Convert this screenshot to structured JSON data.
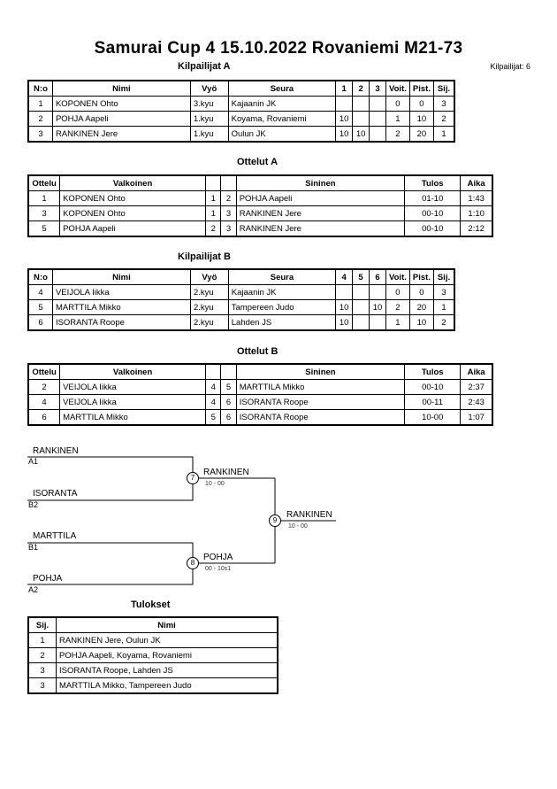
{
  "header": {
    "title": "Samurai Cup 4   15.10.2022  Rovaniemi   M21-73",
    "count": "Kilpailijat: 6"
  },
  "poolA": {
    "title": "Kilpailijat A",
    "cols": [
      "N:o",
      "Nimi",
      "Vyö",
      "Seura",
      "1",
      "2",
      "3",
      "Voit.",
      "Pist.",
      "Sij."
    ],
    "rows": [
      [
        "1",
        "KOPONEN Ohto",
        "3.kyu",
        "Kajaanin JK",
        "",
        "",
        "",
        "0",
        "0",
        "3"
      ],
      [
        "2",
        "POHJA Aapeli",
        "1.kyu",
        "Koyama, Rovaniemi",
        "10",
        "",
        "",
        "1",
        "10",
        "2"
      ],
      [
        "3",
        "RANKINEN Jere",
        "1.kyu",
        "Oulun JK",
        "10",
        "10",
        "",
        "2",
        "20",
        "1"
      ]
    ]
  },
  "matchesA": {
    "title": "Ottelut A",
    "cols": [
      "Ottelu",
      "Valkoinen",
      "",
      "",
      "Sininen",
      "Tulos",
      "Aika"
    ],
    "rows": [
      [
        "1",
        "KOPONEN Ohto",
        "1",
        "2",
        "POHJA Aapeli",
        "01-10",
        "1:43"
      ],
      [
        "3",
        "KOPONEN Ohto",
        "1",
        "3",
        "RANKINEN Jere",
        "00-10",
        "1:10"
      ],
      [
        "5",
        "POHJA Aapeli",
        "2",
        "3",
        "RANKINEN Jere",
        "00-10",
        "2:12"
      ]
    ]
  },
  "poolB": {
    "title": "Kilpailijat B",
    "cols": [
      "N:o",
      "Nimi",
      "Vyö",
      "Seura",
      "4",
      "5",
      "6",
      "Voit.",
      "Pist.",
      "Sij."
    ],
    "rows": [
      [
        "4",
        "VEIJOLA Iikka",
        "2.kyu",
        "Kajaanin JK",
        "",
        "",
        "",
        "0",
        "0",
        "3"
      ],
      [
        "5",
        "MARTTILA Mikko",
        "2.kyu",
        "Tampereen Judo",
        "10",
        "",
        "10",
        "2",
        "20",
        "1"
      ],
      [
        "6",
        "ISORANTA Roope",
        "2.kyu",
        "Lahden JS",
        "10",
        "",
        "",
        "1",
        "10",
        "2"
      ]
    ]
  },
  "matchesB": {
    "title": "Ottelut B",
    "cols": [
      "Ottelu",
      "Valkoinen",
      "",
      "",
      "Sininen",
      "Tulos",
      "Aika"
    ],
    "rows": [
      [
        "2",
        "VEIJOLA Iikka",
        "4",
        "5",
        "MARTTILA Mikko",
        "00-10",
        "2:37"
      ],
      [
        "4",
        "VEIJOLA Iikka",
        "4",
        "6",
        "ISORANTA Roope",
        "00-11",
        "2:43"
      ],
      [
        "6",
        "MARTTILA Mikko",
        "5",
        "6",
        "ISORANTA Roope",
        "10-00",
        "1:07"
      ]
    ]
  },
  "bracket": {
    "e1_name": "RANKINEN",
    "e1_seed": "A1",
    "e2_name": "ISORANTA",
    "e2_seed": "B2",
    "e3_name": "MARTTILA",
    "e3_seed": "B1",
    "e4_name": "POHJA",
    "e4_seed": "A2",
    "m7": "7",
    "m7_winner": "RANKINEN",
    "m7_score": "10 - 00",
    "m8": "8",
    "m8_winner": "POHJA",
    "m8_score": "00 - 10s1",
    "m9": "9",
    "m9_winner": "RANKINEN",
    "m9_score": "10 - 00"
  },
  "results": {
    "title": "Tulokset",
    "cols": [
      "Sij.",
      "Nimi"
    ],
    "rows": [
      [
        "1",
        "RANKINEN Jere, Oulun JK"
      ],
      [
        "2",
        "POHJA Aapeli, Koyama, Rovaniemi"
      ],
      [
        "3",
        "ISORANTA Roope, Lahden JS"
      ],
      [
        "3",
        "MARTTILA Mikko, Tampereen Judo"
      ]
    ]
  }
}
